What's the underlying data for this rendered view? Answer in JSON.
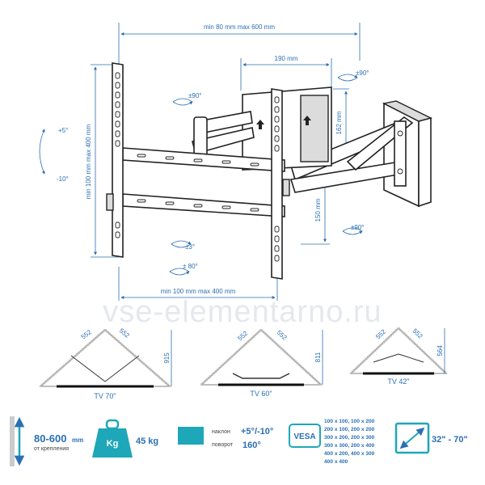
{
  "watermark": "vse-elementarno.ru",
  "dimensions": {
    "width_range": "min 80 mm max 600 mm",
    "vertical_range": "min 100 mm max 400 mm",
    "horizontal_range": "min 100 mm max 400 mm",
    "plate_width": "190 mm",
    "plate_height": "162 mm",
    "arm_offset": "150 mm"
  },
  "rotations": {
    "top_right": "±90°",
    "top_mid": "±90°",
    "right_bottom": "±90°",
    "bottom_mid1": "±3°",
    "bottom_mid2": "± 80°",
    "tilt_up": "+5°",
    "tilt_down": "-10°"
  },
  "corners": [
    {
      "caption": "TV 70\"",
      "d1": "552",
      "d2": "552",
      "h": "915"
    },
    {
      "caption": "TV 60\"",
      "d1": "552",
      "d2": "552",
      "h": "811"
    },
    {
      "caption": "TV 42\"",
      "d1": "552",
      "d2": "552",
      "h": "564"
    }
  ],
  "specs": {
    "wall_dist": "80-600",
    "wall_dist_unit": "mm",
    "wall_dist_note": "от крепления",
    "weight_icon": "Kg",
    "weight": "45 kg",
    "tilt_label": "наклон",
    "tilt_value": "+5°/-10°",
    "swivel_label": "поворот",
    "swivel_value": "160°",
    "vesa_badge": "VESA",
    "vesa_list": [
      "100 x 100, 100 x 200",
      "200 x 100, 200 x 200",
      "300 x 200, 200 x 300",
      "300 x 300, 200 x 400",
      "400 x 200, 400 x 300",
      "400 x 400"
    ],
    "screen_size": "32\" - 70\""
  },
  "colors": {
    "accent": "#1ea7b8",
    "dim": "#2b6fb3"
  }
}
